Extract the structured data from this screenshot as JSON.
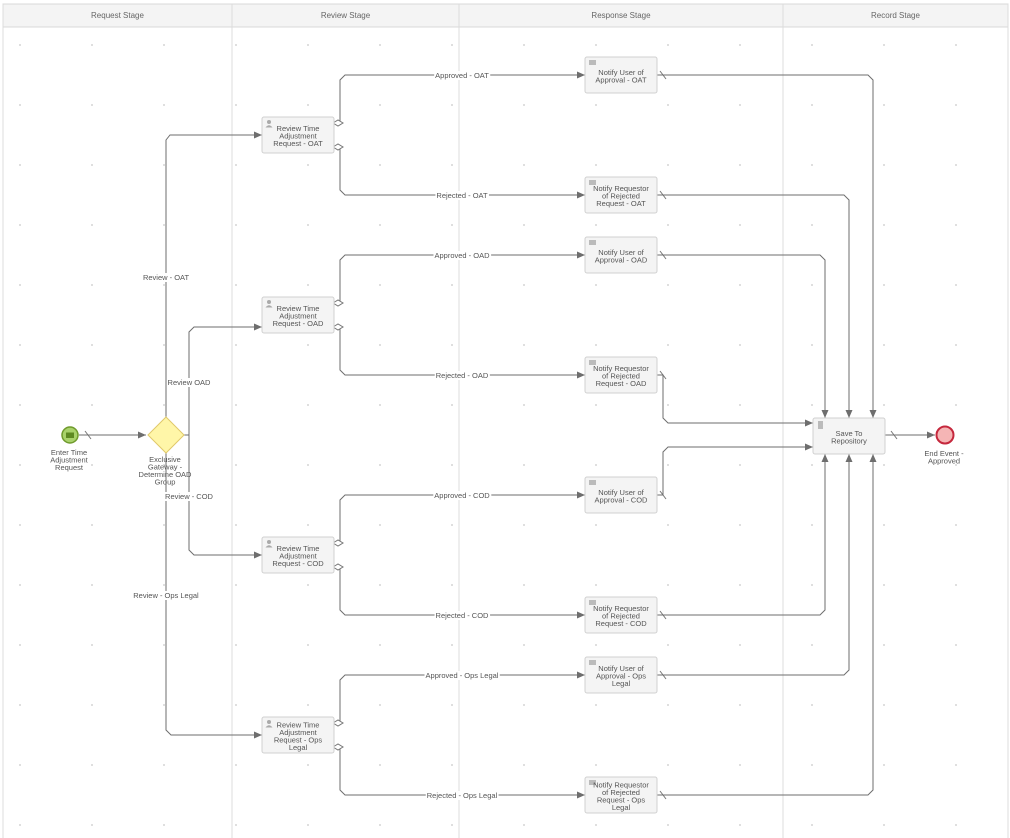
{
  "lanes": [
    "Request Stage",
    "Review Stage",
    "Response Stage",
    "Record Stage"
  ],
  "start_event": {
    "label": [
      "Enter Time",
      "Adjustment",
      "Request"
    ]
  },
  "gateway": {
    "label": [
      "Exclusive",
      "Gateway -",
      "Determine OAD",
      "Group"
    ]
  },
  "end_event": {
    "label": [
      "End Event -",
      "Approved"
    ]
  },
  "save_task": {
    "label": [
      "Save To",
      "Repository"
    ]
  },
  "review_tasks": [
    {
      "label": [
        "Review Time",
        "Adjustment",
        "Request - OAT"
      ]
    },
    {
      "label": [
        "Review Time",
        "Adjustment",
        "Request - OAD"
      ]
    },
    {
      "label": [
        "Review Time",
        "Adjustment",
        "Request - COD"
      ]
    },
    {
      "label": [
        "Review Time",
        "Adjustment",
        "Request - Ops",
        "Legal"
      ]
    }
  ],
  "notify_tasks": [
    {
      "label": [
        "Notify User of",
        "Approval - OAT"
      ]
    },
    {
      "label": [
        "Notify Requestor",
        "of Rejected",
        "Request - OAT"
      ]
    },
    {
      "label": [
        "Notify User of",
        "Approval - OAD"
      ]
    },
    {
      "label": [
        "Notify Requestor",
        "of Rejected",
        "Request - OAD"
      ]
    },
    {
      "label": [
        "Notify User of",
        "Approval - COD"
      ]
    },
    {
      "label": [
        "Notify Requestor",
        "of Rejected",
        "Request - COD"
      ]
    },
    {
      "label": [
        "Notify User of",
        "Approval - Ops",
        "Legal"
      ]
    },
    {
      "label": [
        "Notify Requestor",
        "of Rejected",
        "Request - Ops",
        "Legal"
      ]
    }
  ],
  "flow_labels": {
    "review_oat": "Review - OAT",
    "review_oad": "Review OAD",
    "review_cod": "Review - COD",
    "review_ops": "Review - Ops Legal",
    "approved_oat": "Approved - OAT",
    "rejected_oat": "Rejected - OAT",
    "approved_oad": "Approved - OAD",
    "rejected_oad": "Rejected - OAD",
    "approved_cod": "Approved - COD",
    "rejected_cod": "Rejected - COD",
    "approved_ops": "Approved - Ops Legal",
    "rejected_ops": "Rejected - Ops Legal"
  },
  "colors": {
    "start_fill": "#a9d26b",
    "start_stroke": "#6f9a2c",
    "gateway_fill": "#fff6a8",
    "gateway_stroke": "#e0c96a",
    "end_fill": "#f5b5b5",
    "end_stroke": "#c5283d"
  }
}
